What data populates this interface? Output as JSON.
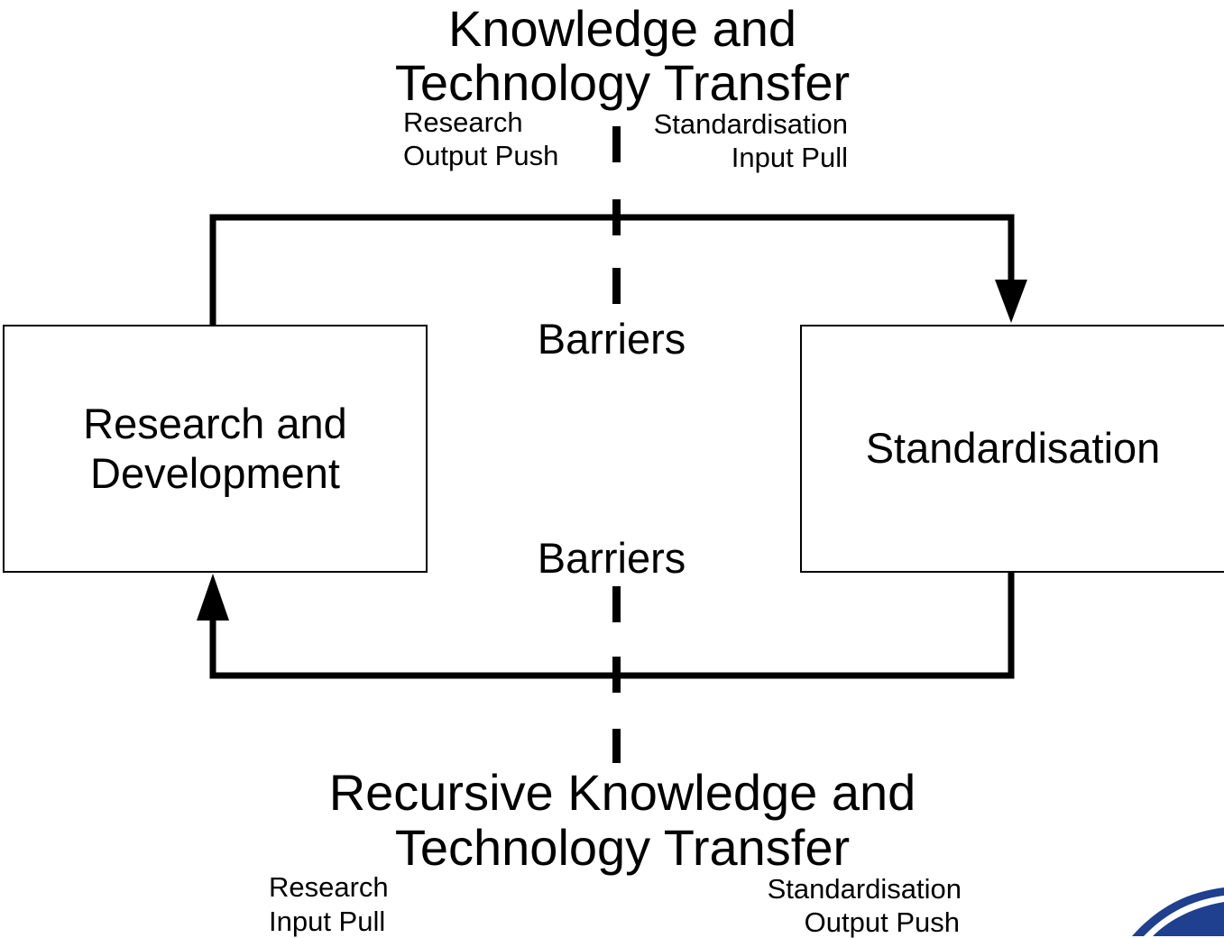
{
  "top": {
    "title_line1": "Knowledge and",
    "title_line2": "Technology Transfer",
    "left_label_line1": "Research",
    "left_label_line2": "Output Push",
    "right_label_line1": "Standardisation",
    "right_label_line2": "Input Pull"
  },
  "barriers": {
    "top": "Barriers",
    "bottom": "Barriers"
  },
  "boxes": {
    "left_line1": "Research and",
    "left_line2": "Development",
    "right": "Standardisation"
  },
  "bottom": {
    "title_line1": "Recursive Knowledge and",
    "title_line2": "Technology Transfer",
    "left_label_line1": "Research",
    "left_label_line2": "Input Pull",
    "right_label_line1": "Standardisation",
    "right_label_line2": "Output Push"
  },
  "colors": {
    "line": "#000000",
    "corner_logo": "#1f3f8f"
  }
}
